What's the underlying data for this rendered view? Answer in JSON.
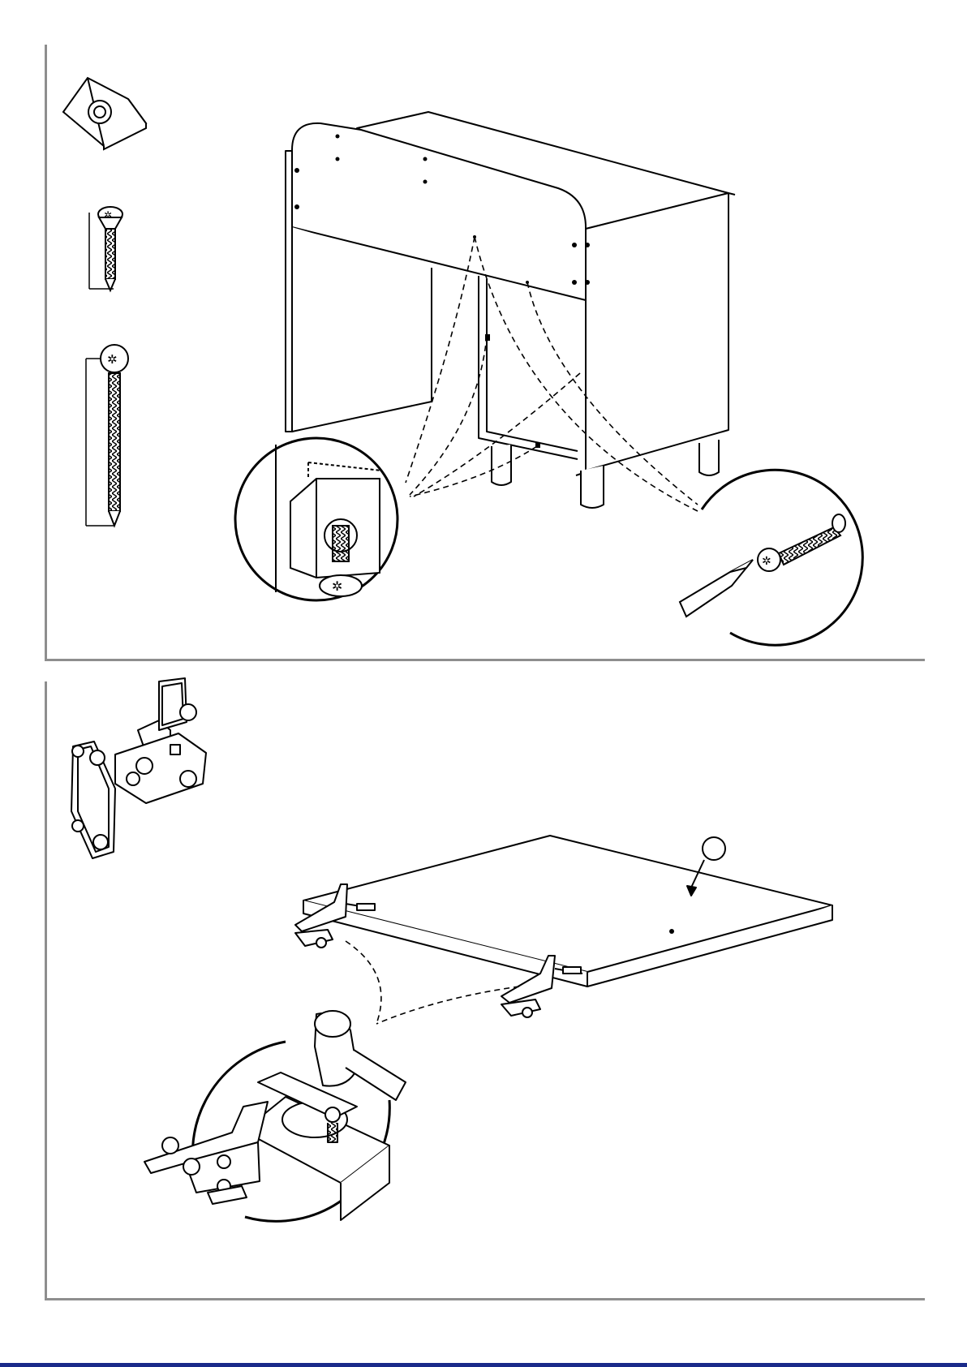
{
  "document": {
    "type": "assembly-instructions",
    "steps": [
      {
        "parts": [
          "corner-block-icon",
          "countersunk-screw-icon",
          "pan-head-screw-icon"
        ],
        "callouts": [
          "corner-block-detail",
          "screwdriver-detail"
        ]
      },
      {
        "parts": [
          "concealed-hinge-icon"
        ],
        "callouts": [
          "hammer-hinge-detail"
        ],
        "part_marker": ""
      }
    ],
    "colors": {
      "ink": "#000000",
      "frame": "#8e8e8e",
      "footer_rule": "#1a2a8a"
    }
  }
}
